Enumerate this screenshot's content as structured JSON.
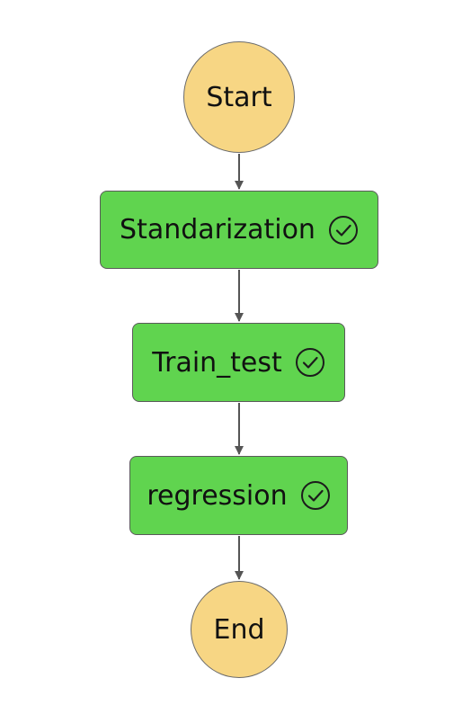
{
  "workflow": {
    "start_label": "Start",
    "end_label": "End",
    "steps": [
      {
        "label": "Standarization",
        "status": "succeeded",
        "status_icon": "check-circle-icon"
      },
      {
        "label": "Train_test",
        "status": "succeeded",
        "status_icon": "check-circle-icon"
      },
      {
        "label": "regression",
        "status": "succeeded",
        "status_icon": "check-circle-icon"
      }
    ]
  },
  "colors": {
    "start_end_fill": "#f7d684",
    "task_success_fill": "#60d44f",
    "edge": "#555555"
  }
}
